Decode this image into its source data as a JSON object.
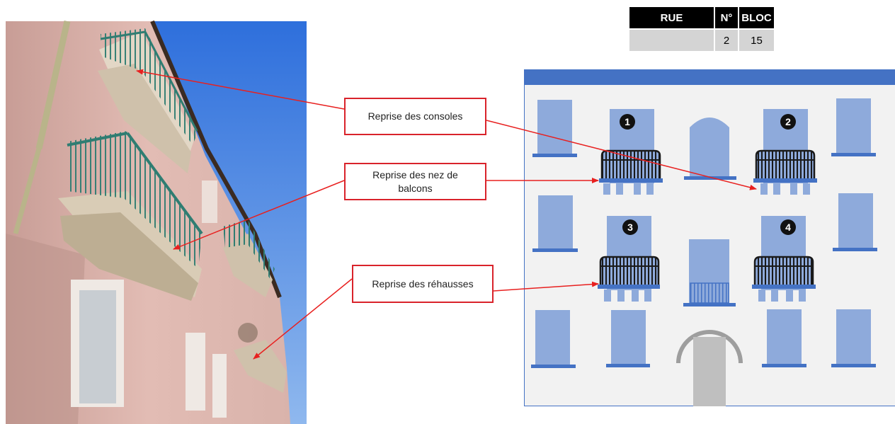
{
  "info_table": {
    "headers": {
      "rue": "RUE",
      "numero": "N°",
      "bloc": "BLOC"
    },
    "values": {
      "rue": "",
      "numero": "2",
      "bloc": "15"
    }
  },
  "labels": {
    "consoles": "Reprise des consoles",
    "nez_line1": "Reprise des nez de",
    "nez_line2": "balcons",
    "rehausses": "Reprise des réhausses"
  },
  "balcony_numbers": [
    "1",
    "2",
    "3",
    "4"
  ],
  "colors": {
    "arrow": "#e8201f",
    "label_border": "#d9232b",
    "facade_blue": "#4472c4",
    "window_blue": "#8eaadb",
    "sky": "#3f7fe0",
    "wall": "#dcb4ae",
    "door_grey": "#bfbfbf"
  }
}
